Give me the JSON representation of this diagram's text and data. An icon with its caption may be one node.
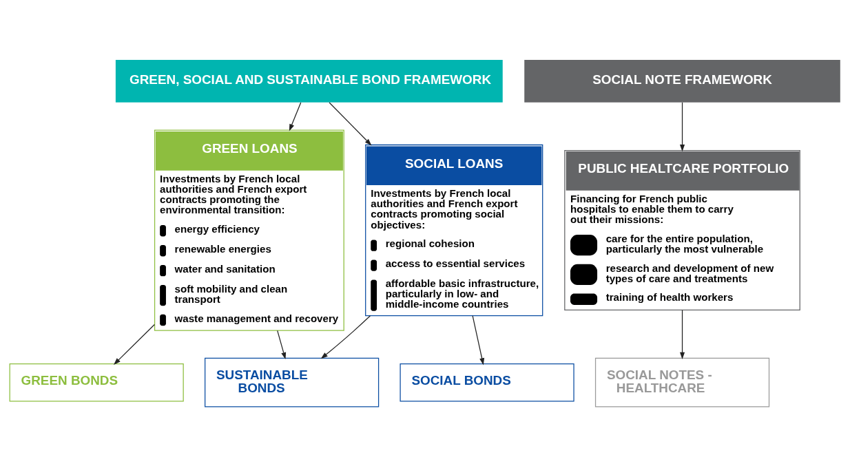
{
  "diagram": {
    "nodes": [
      {
        "text": [
          "GREEN, SOCIAL AND SUSTAINABLE BOND FRAMEWORK"
        ]
      },
      {
        "text": [
          "SOCIAL NOTE FRAMEWORK"
        ]
      },
      {
        "text": [
          "GREEN LOANS",
          "Investments by French local authorities and French export contracts promoting the environmental transition:",
          "energy efficiency",
          "renewable energies",
          "water and sanitation",
          "soft mobility and clean transport",
          "waste management and recovery"
        ]
      },
      {
        "text": [
          "SOCIAL LOANS",
          "Investments by French local authorities and French export contracts promoting social objectives:",
          "regional cohesion",
          "access to essential services",
          "affordable basic infrastructure, particularly in low- and middle-income countries"
        ]
      },
      {
        "text": [
          "PUBLIC HEALTCARE PORTFOLIO",
          "Financing for French public hospitals to enable them to carry out their missions:",
          "care for the entire population, particularly the most vulnerable",
          "research and development of new types of care and treatments",
          "training of health workers"
        ]
      },
      {
        "text": [
          "GREEN BONDS"
        ]
      },
      {
        "text": [
          "SUSTAINABLE BONDS"
        ]
      },
      {
        "text": [
          "SOCIAL BONDS"
        ]
      },
      {
        "text": [
          "SOCIAL NOTES - HEALTHCARE"
        ]
      }
    ],
    "edges": [
      {
        "from": 0,
        "to": 2,
        "arrow": "to"
      },
      {
        "from": 0,
        "to": 3,
        "arrow": "to"
      },
      {
        "from": 1,
        "to": 4,
        "arrow": "to"
      },
      {
        "from": 2,
        "to": 5,
        "arrow": "to"
      },
      {
        "from": 2,
        "to": 6,
        "arrow": "to"
      },
      {
        "from": 3,
        "to": 6,
        "arrow": "to"
      },
      {
        "from": 3,
        "to": 7,
        "arrow": "to"
      },
      {
        "from": 4,
        "to": 8,
        "arrow": "to"
      }
    ]
  }
}
